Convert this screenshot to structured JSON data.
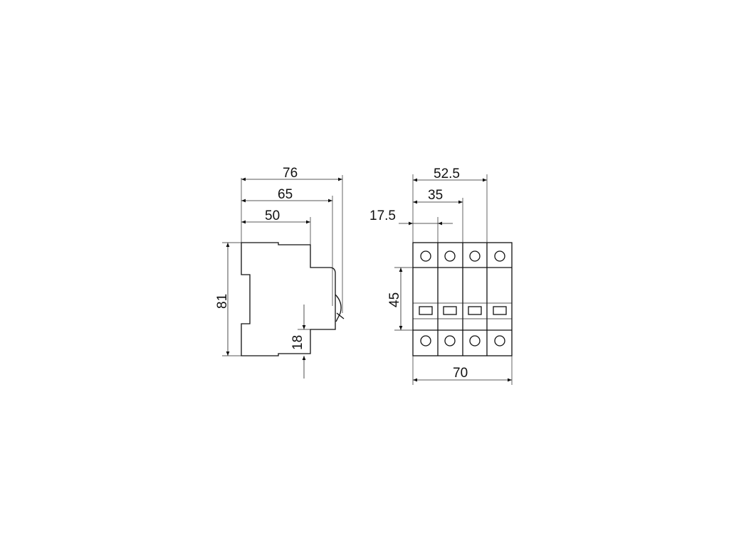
{
  "side_view": {
    "dim_76": "76",
    "dim_65": "65",
    "dim_50": "50",
    "dim_81": "81",
    "dim_18": "18"
  },
  "front_view": {
    "dim_52_5": "52.5",
    "dim_35": "35",
    "dim_17_5": "17.5",
    "dim_45": "45",
    "dim_70": "70"
  },
  "colors": {
    "line": "#111111",
    "background": "#ffffff"
  }
}
